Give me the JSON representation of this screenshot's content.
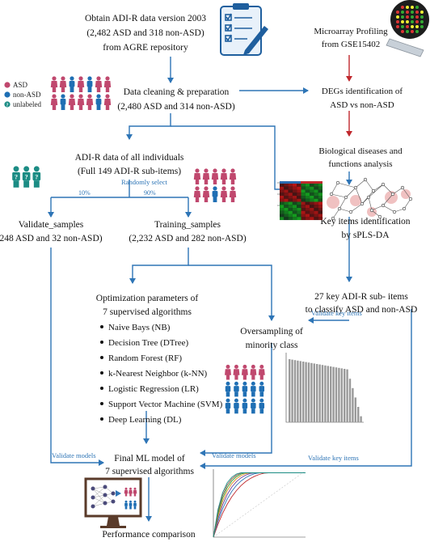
{
  "steps": {
    "obtain": [
      "Obtain ADI-R data version 2003",
      "(2,482  ASD and 318 non-ASD)",
      "from AGRE repository"
    ],
    "microarray": [
      "Microarray Profiling",
      "from GSE15402"
    ],
    "cleaning": [
      "Data cleaning & preparation",
      "(2,480 ASD and 314 non-ASD)"
    ],
    "degs": [
      "DEGs identification of",
      "ASD vs non-ASD"
    ],
    "bio": [
      "Biological diseases and",
      "functions analysis"
    ],
    "adir_all": [
      "ADI-R data of all individuals",
      "(Full 149 ADI-R sub-items)"
    ],
    "randomly_select": "Randomly select",
    "pct_validate": "10%",
    "pct_train": "90%",
    "key_items": [
      "Key items identification",
      "by sPLS-DA"
    ],
    "validate_samples": [
      "Validate_samples",
      "248 ASD and 32 non-ASD)"
    ],
    "training_samples": [
      "Training_samples",
      "(2,232 ASD and 282 non-ASD)"
    ],
    "key27": [
      "27 key ADI-R sub- items",
      "to classify ASD and non-ASD"
    ],
    "optimization": [
      "Optimization parameters of",
      "7 supervised algorithms"
    ],
    "algorithms": [
      "Naive Bays (NB)",
      "Decision Tree (DTree)",
      "Random Forest (RF)",
      "k-Nearest Neighbor (k-NN)",
      "Logistic Regression (LR)",
      "Support Vector Machine (SVM)",
      "Deep Learning (DL)"
    ],
    "oversampling": [
      "Oversampling of",
      "minority class"
    ],
    "final": [
      "Final ML model of",
      "7 supervised algorithms"
    ],
    "performance": "Performance comparison"
  },
  "edge_labels": {
    "validate_key_items_1": "Validate key items",
    "validate_key_items_2": "Validate key items",
    "validate_models_1": "Validate models",
    "validate_models_2": "Validate models"
  },
  "legend": {
    "asd": "ASD",
    "non_asd": "non-ASD",
    "unlabeled": "unlabeled",
    "colors": {
      "asd": "#c0486e",
      "non_asd": "#1f6fb4",
      "unlabeled": "#1b8c84"
    }
  },
  "colors": {
    "arrow_blue": "#2e75b6",
    "arrow_red": "#c0282d"
  }
}
